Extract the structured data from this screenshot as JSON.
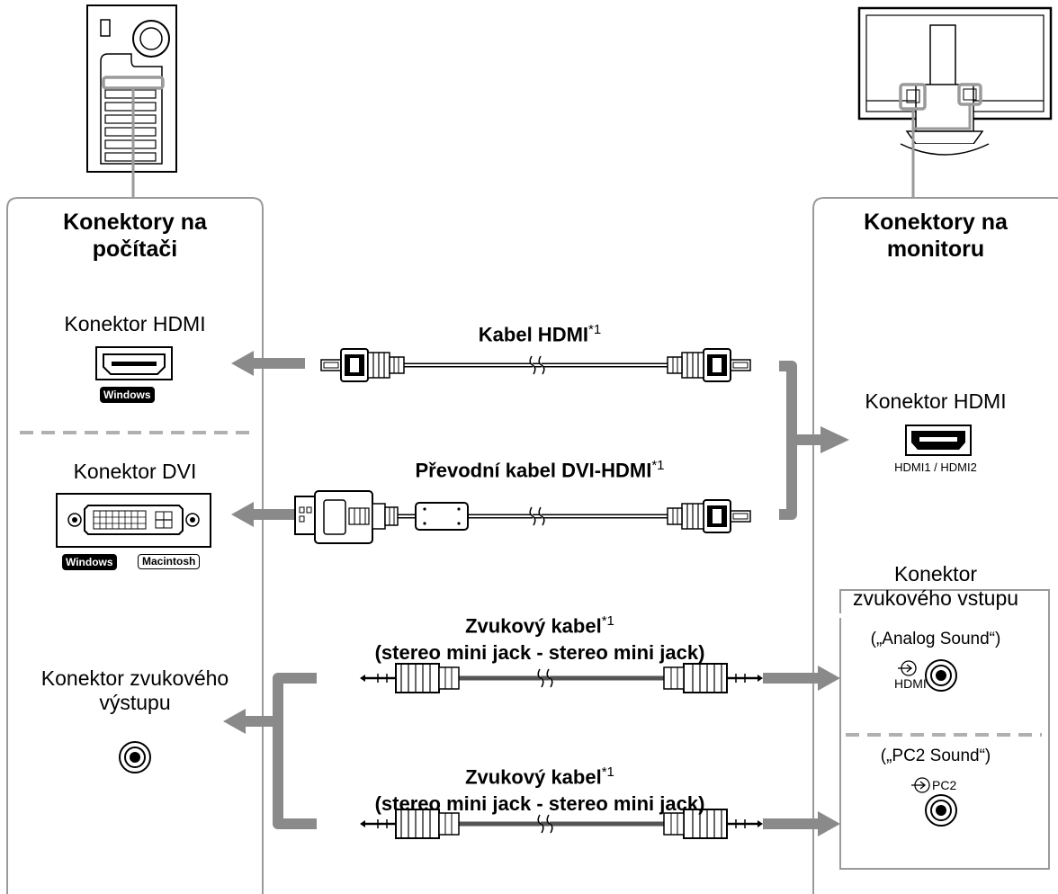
{
  "computer_panel": {
    "title_line1": "Konektory na",
    "title_line2": "počítači",
    "hdmi_label": "Konektor HDMI",
    "dvi_label": "Konektor DVI",
    "audio_out_line1": "Konektor zvukového",
    "audio_out_line2": "výstupu",
    "badges": {
      "windows": "Windows",
      "macintosh": "Macintosh"
    }
  },
  "monitor_panel": {
    "title_line1": "Konektory na",
    "title_line2": "monitoru",
    "hdmi_label": "Konektor HDMI",
    "hdmi_ports": "HDMI1 / HDMI2",
    "audio_in_line1": "Konektor",
    "audio_in_line2": "zvukového vstupu",
    "analog_sound": "(„Analog Sound“)",
    "analog_port": "HDMI",
    "pc2_sound": "(„PC2 Sound“)",
    "pc2_port": "PC2"
  },
  "cables": {
    "hdmi_cable": "Kabel HDMI",
    "dvi_hdmi_cable": "Převodní kabel DVI-HDMI",
    "audio_cable_1": "Zvukový kabel",
    "audio_cable_1_sub": "(stereo mini jack - stereo mini jack)",
    "audio_cable_2": "Zvukový kabel",
    "audio_cable_2_sub": "(stereo mini jack - stereo mini jack)",
    "footnote_mark": "*1"
  },
  "colors": {
    "arrow": "#8a8a8a",
    "panel_border": "#9a9a9a",
    "dashed": "#b0b0b0",
    "line": "#000000"
  }
}
